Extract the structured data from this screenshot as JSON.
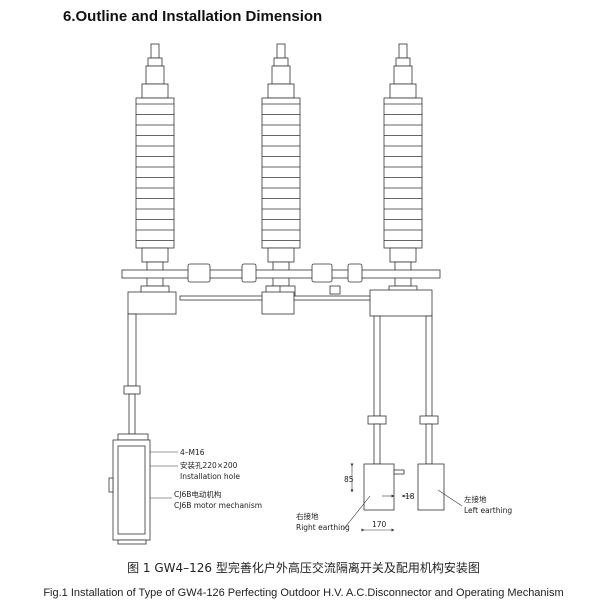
{
  "heading": "6.Outline and Installation Dimension",
  "labels": {
    "bolt_spec": "4–M16",
    "hole_cn": "安装孔220×200",
    "hole_en": "Installation hole",
    "motor_cn": "CJ6B电动机构",
    "motor_en": "CJ6B motor mechanism",
    "right_cn": "右接地",
    "right_en": "Right earthing",
    "left_cn": "左接地",
    "left_en": "Left earthing",
    "dim_85": "85",
    "dim_18": "18",
    "dim_170": "170"
  },
  "caption": {
    "cn": "图 1  GW4–126 型完善化户外高压交流隔离开关及配用机构安装图",
    "en": "Fig.1 Installation of Type of GW4-126 Perfecting Outdoor  H.V.  A.C.Disconnector and Operating Mechanism"
  },
  "colors": {
    "line": "#333333",
    "fill": "#ffffff"
  }
}
